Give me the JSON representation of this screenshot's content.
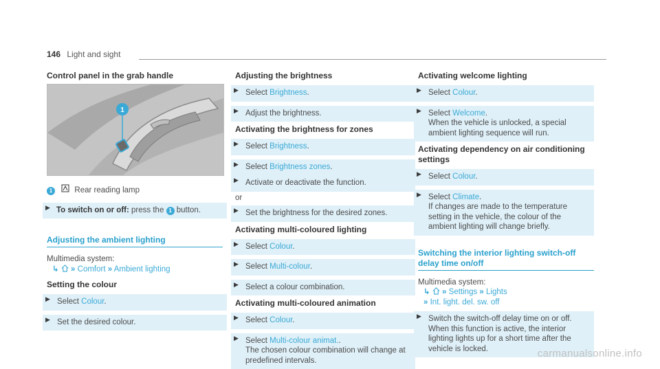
{
  "header": {
    "page_number": "146",
    "section": "Light and sight"
  },
  "left": {
    "title": "Control panel in the grab handle",
    "legend_num": "1",
    "legend_text": "Rear reading lamp",
    "switch_label": "To switch on or off:",
    "switch_text": "press the",
    "switch_num": "1",
    "switch_end": "button.",
    "ambient_heading": "Adjusting the ambient lighting",
    "multimedia": "Multimedia system:",
    "path": [
      "Comfort",
      "Ambient lighting"
    ],
    "colour_heading": "Setting the colour",
    "colour_steps": {
      "select": "Select",
      "option": "Colour",
      "step2": "Set the desired colour."
    }
  },
  "mid": {
    "brightness_heading": "Adjusting the brightness",
    "b1_select": "Select",
    "b1_option": "Brightness",
    "b2": "Adjust the brightness.",
    "zones_heading": "Activating the brightness for zones",
    "z1_select": "Select",
    "z1_option": "Brightness",
    "z2_select": "Select",
    "z2_option": "Brightness zones",
    "z3": "Activate or deactivate the function.",
    "or": "or",
    "z4": "Set the brightness for the desired zones.",
    "multi_heading": "Activating multi-coloured lighting",
    "m1_select": "Select",
    "m1_option": "Colour",
    "m2_select": "Select",
    "m2_option": "Multi-colour",
    "m3": "Select a colour combination.",
    "anim_heading": "Activating multi-coloured animation",
    "a1_select": "Select",
    "a1_option": "Colour",
    "a2_select": "Select",
    "a2_option": "Multi-colour animat.",
    "a2_desc": "The chosen colour combination will change at predefined intervals."
  },
  "right": {
    "welcome_heading": "Activating welcome lighting",
    "w1_select": "Select",
    "w1_option": "Colour",
    "w2_select": "Select",
    "w2_option": "Welcome",
    "w2_desc": "When the vehicle is unlocked, a special ambient lighting sequence will run.",
    "ac_heading": "Activating dependency on air conditioning settings",
    "c1_select": "Select",
    "c1_option": "Colour",
    "c2_select": "Select",
    "c2_option": "Climate",
    "c2_desc": "If changes are made to the temperature setting in the vehicle, the colour of the ambient lighting will change briefly.",
    "switchoff_heading": "Switching the interior lighting switch-off delay time on/off",
    "multimedia": "Multimedia system:",
    "path": [
      "Settings",
      "Lights",
      "Int. light. del. sw. off"
    ],
    "s1": "Switch the switch-off delay time on or off.",
    "s1_desc": "When this function is active, the interior lighting lights up for a short time after the vehicle is locked."
  },
  "watermark": "carmanualsonline.info"
}
